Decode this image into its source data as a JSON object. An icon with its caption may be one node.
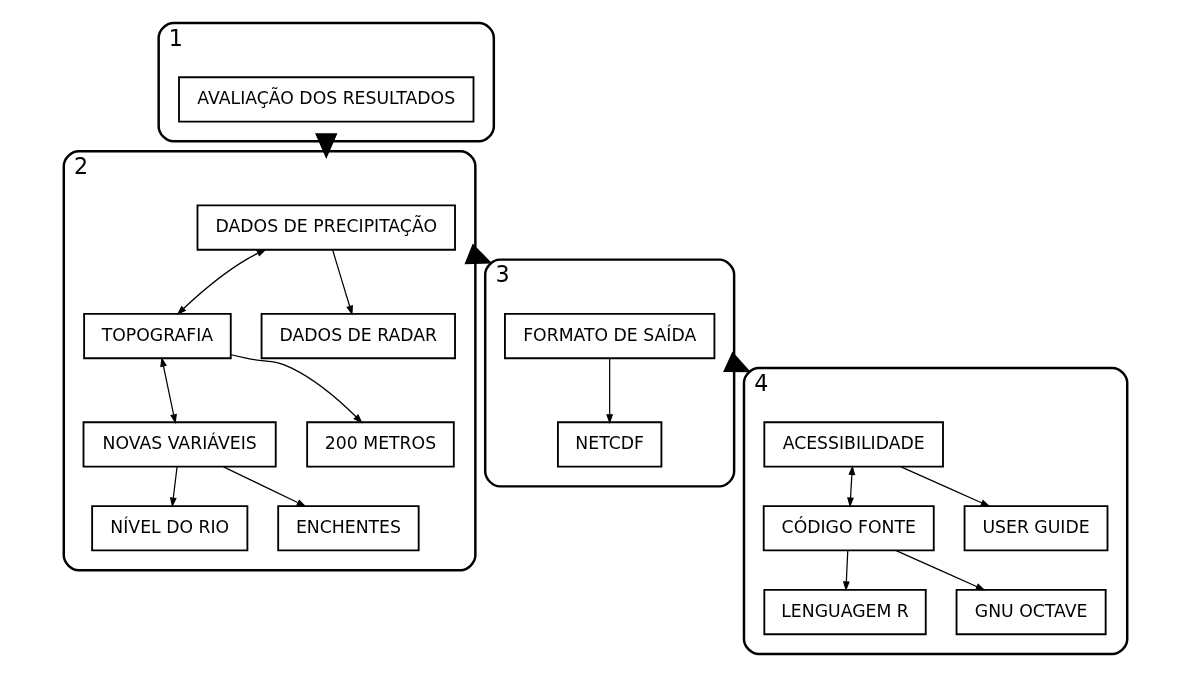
{
  "diagram": {
    "nodes": [
      {
        "text": [
          "1"
        ]
      },
      {
        "text": [
          "AVALIAÇÃO DOS RESULTADOS"
        ],
        "in": 0
      },
      {
        "text": [
          "2"
        ]
      },
      {
        "text": [
          "DADOS DE PRECIPITAÇÃO"
        ],
        "in": 2
      },
      {
        "text": [
          "TOPOGRAFIA"
        ],
        "in": 2
      },
      {
        "text": [
          "NOVAS VARIÁVEIS"
        ],
        "in": 2
      },
      {
        "text": [
          "DADOS DE RADAR"
        ],
        "in": 2
      },
      {
        "text": [
          "200 METROS"
        ],
        "in": 2
      },
      {
        "text": [
          "NÍVEL DO RIO"
        ],
        "in": 2
      },
      {
        "text": [
          "ENCHENTES"
        ],
        "in": 2
      },
      {
        "text": [
          "3"
        ]
      },
      {
        "text": [
          "FORMATO DE SAÍDA"
        ],
        "in": 10
      },
      {
        "text": [
          "NETCDF"
        ],
        "in": 10
      },
      {
        "text": [
          "4"
        ]
      },
      {
        "text": [
          "ACESSIBILIDADE"
        ],
        "in": 13
      },
      {
        "text": [
          "CÓDIGO FONTE"
        ],
        "in": 13
      },
      {
        "text": [
          "USER GUIDE"
        ],
        "in": 13
      },
      {
        "text": [
          "LENGUAGEM R"
        ],
        "in": 13
      },
      {
        "text": [
          "GNU OCTAVE"
        ],
        "in": 13
      }
    ],
    "edges": [
      {
        "from": 0,
        "to": 2,
        "arrow": "to",
        "style": "thick"
      },
      {
        "from": 3,
        "to": 4,
        "arrow": "both"
      },
      {
        "from": 4,
        "to": 5,
        "arrow": "both"
      },
      {
        "from": 3,
        "to": 6,
        "arrow": "to"
      },
      {
        "from": 4,
        "to": 7,
        "arrow": "to"
      },
      {
        "from": 5,
        "to": 8,
        "arrow": "to"
      },
      {
        "from": 5,
        "to": 9,
        "arrow": "to"
      },
      {
        "from": 2,
        "to": 10,
        "arrow": "to",
        "style": "thick"
      },
      {
        "from": 11,
        "to": 12,
        "arrow": "to"
      },
      {
        "from": 10,
        "to": 13,
        "arrow": "to",
        "style": "thick"
      },
      {
        "from": 14,
        "to": 15,
        "arrow": "both"
      },
      {
        "from": 14,
        "to": 16,
        "arrow": "to"
      },
      {
        "from": 15,
        "to": 17,
        "arrow": "to"
      },
      {
        "from": 15,
        "to": 18,
        "arrow": "to"
      }
    ]
  }
}
